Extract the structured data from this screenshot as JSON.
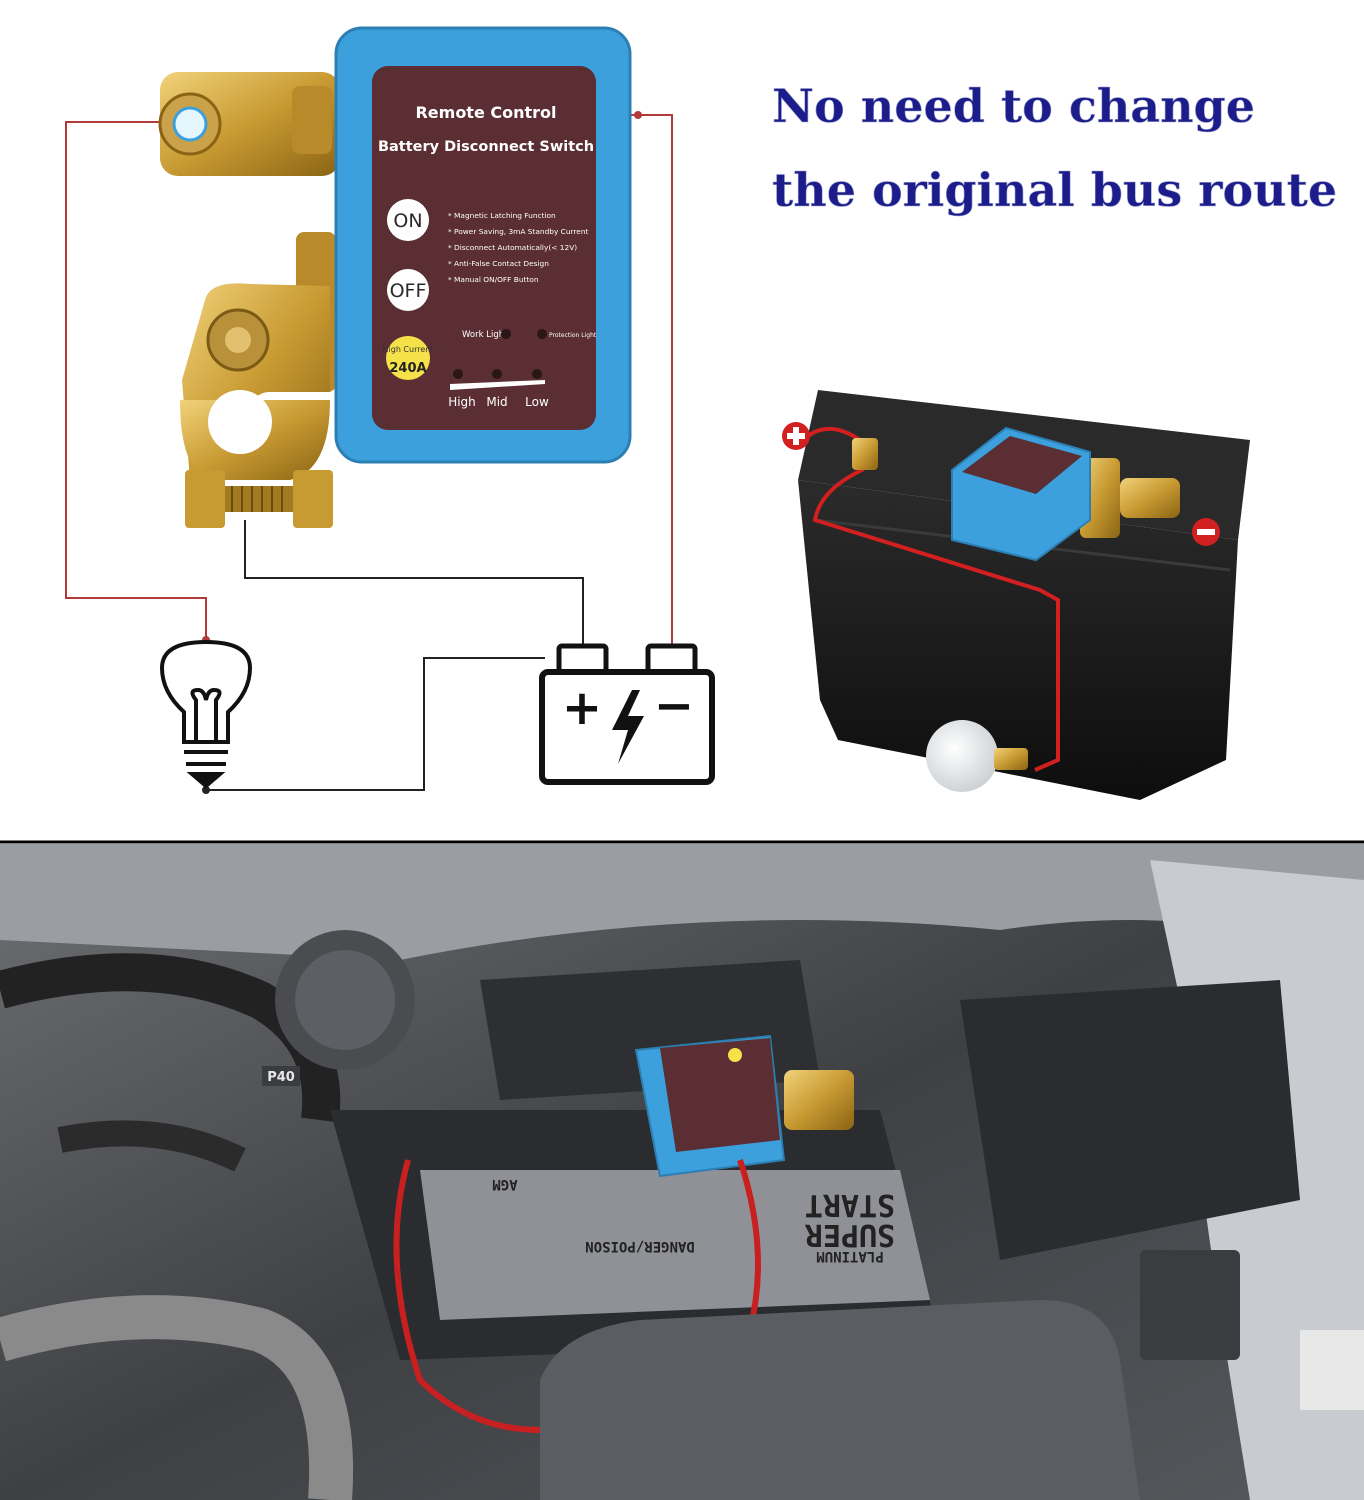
{
  "headline": {
    "line1": "No need to change",
    "line2": "the original bus route"
  },
  "switch_panel": {
    "title_line1": "Remote Control",
    "title_line2": "Battery Disconnect Switch",
    "on_label": "ON",
    "off_label": "OFF",
    "features": [
      "* Magnetic Latching Function",
      "* Power Saving, 3mA Standby Current",
      "* Disconnect Automatically(< 12V)",
      "* Anti-False Contact Design",
      "* Manual ON/OFF Button"
    ],
    "work_light_label": "Work Light",
    "protection_light_label": "Protection Light",
    "high_current_label": "High Current",
    "current_rating": "240A",
    "levels": [
      "High",
      "Mid",
      "Low"
    ]
  },
  "battery_symbol": {
    "plus": "+",
    "minus": "−"
  },
  "engine_photo": {
    "battery_brand_line1": "SUPER",
    "battery_brand_line2": "START",
    "battery_series": "PLATINUM",
    "battery_type": "AGM",
    "warning_text": "DANGER/POISON",
    "reservoir_label": "P40"
  },
  "colors": {
    "switch_blue": "#3ba0dc",
    "panel_maroon": "#5a2e33",
    "headline_navy": "#1c1d8a",
    "wire_red": "#b33a3a",
    "wire_black": "#222222",
    "brass": "#d9b04c"
  }
}
